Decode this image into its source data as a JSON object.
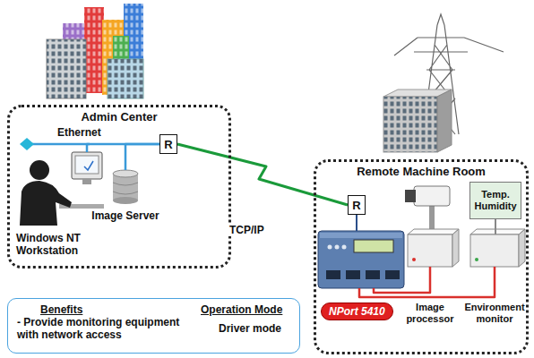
{
  "diagram": {
    "nodes": [
      {
        "text": [
          "Admin Center"
        ]
      },
      {
        "text": [
          "R"
        ],
        "in": 0
      },
      {
        "text": [
          "Windows NT Workstation"
        ],
        "in": 0
      },
      {
        "text": [
          "Image Server"
        ],
        "in": 0
      },
      {
        "text": [
          "Remote Machine Room"
        ]
      },
      {
        "text": [
          "R"
        ],
        "in": 4
      },
      {
        "text": [
          "Temp. Humidity"
        ],
        "in": 4
      },
      {
        "text": [
          "NPort 5410"
        ],
        "in": 4
      },
      {
        "text": [
          "Image processor"
        ],
        "in": 4
      },
      {
        "text": [
          "Environment monitor"
        ],
        "in": 4
      },
      {
        "text": [
          "Benefits",
          "- Provide monitoring equipment with network access",
          "Operation Mode",
          "Driver mode"
        ]
      }
    ],
    "edges": [
      {
        "from": 2,
        "to": 1,
        "arrow": "none"
      },
      {
        "from": 3,
        "to": 1,
        "arrow": "none"
      },
      {
        "from": 1,
        "to": 5,
        "label": "TCP/IP",
        "arrow": "none"
      },
      {
        "from": 5,
        "to": 7,
        "arrow": "none"
      },
      {
        "from": 7,
        "to": 8,
        "arrow": "none"
      },
      {
        "from": 7,
        "to": 9,
        "arrow": "none"
      },
      {
        "from": 6,
        "to": 9,
        "arrow": "none"
      }
    ],
    "labels": [
      "Ethernet"
    ]
  }
}
